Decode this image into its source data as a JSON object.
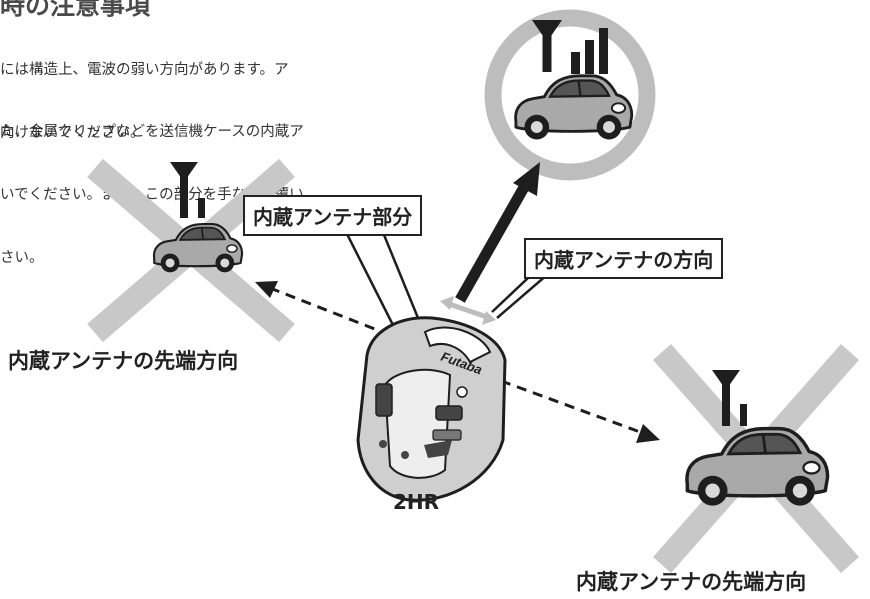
{
  "heading": "時の注意事項",
  "paragraph1": [
    "には構造上、電波の弱い方向があります。ア",
    "向けないでください。"
  ],
  "paragraph2": [
    "た、金属クリップなどを送信機ケースの内蔵ア",
    "いでください。また、この部分を手などで覆い",
    "さい。"
  ],
  "labels": {
    "antenna_part": "内蔵アンテナ部分",
    "antenna_direction": "内蔵アンテナの方向",
    "tip_direction_left": "内蔵アンテナの先端方向",
    "tip_direction_right": "内蔵アンテナの先端方向",
    "transmitter_model": "2HR",
    "brand": "Futaba"
  },
  "colors": {
    "gray_ring": "#bdbdbd",
    "cross": "#c8c8c8",
    "car_body": "#a9a9a9",
    "outline": "#1e1e1e"
  },
  "icons": [
    "signal-strong-icon",
    "signal-weak-icon",
    "car-icon",
    "transmitter-icon"
  ]
}
